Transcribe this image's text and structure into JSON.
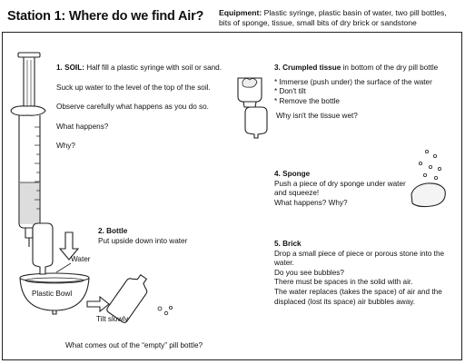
{
  "header": {
    "title": "Station 1: Where do we find Air?",
    "equipment_label": "Equipment:",
    "equipment_text": " Plastic syringe, plastic basin of water, two pill bottles, bits of sponge, tissue, small bits of dry brick or sandstone"
  },
  "soil": {
    "heading": "1. SOIL:",
    "line1": " Half fill a plastic syringe with soil or sand.",
    "line2": "Suck up water to the level of the top of the soil.",
    "line3": "Observe carefully what happens as you do so.",
    "line4": "What happens?",
    "line5": "Why?"
  },
  "tissue": {
    "heading": "3. Crumpled tissue",
    "heading_rest": " in bottom of the dry pill bottle",
    "item1": "* Immerse (push under) the surface of the water",
    "item2": "* Don't tilt",
    "item3": "* Remove the bottle",
    "question": "Why isn't the tissue wet?"
  },
  "sponge": {
    "heading": "4. Sponge",
    "line1": "Push a piece of dry sponge under water",
    "line2": "and squeeze!",
    "line3": "What happens? Why?"
  },
  "bottle": {
    "heading": "2. Bottle",
    "line1": "Put upside down into water",
    "water_label": "Water",
    "bowl_label": "Plastic Bowl",
    "tilt_label": "Tilt slowly",
    "question": "What comes out of the “empty” pill bottle?"
  },
  "brick": {
    "heading": "5. Brick",
    "line1": "Drop a small piece of piece or porous stone into the water.",
    "line2": "Do you see bubbles?",
    "line3": "There must be spaces in the solid with air.",
    "line4": "The water replaces (takes the space) of air and the",
    "line5": "displaced (lost its space) air bubbles away."
  }
}
